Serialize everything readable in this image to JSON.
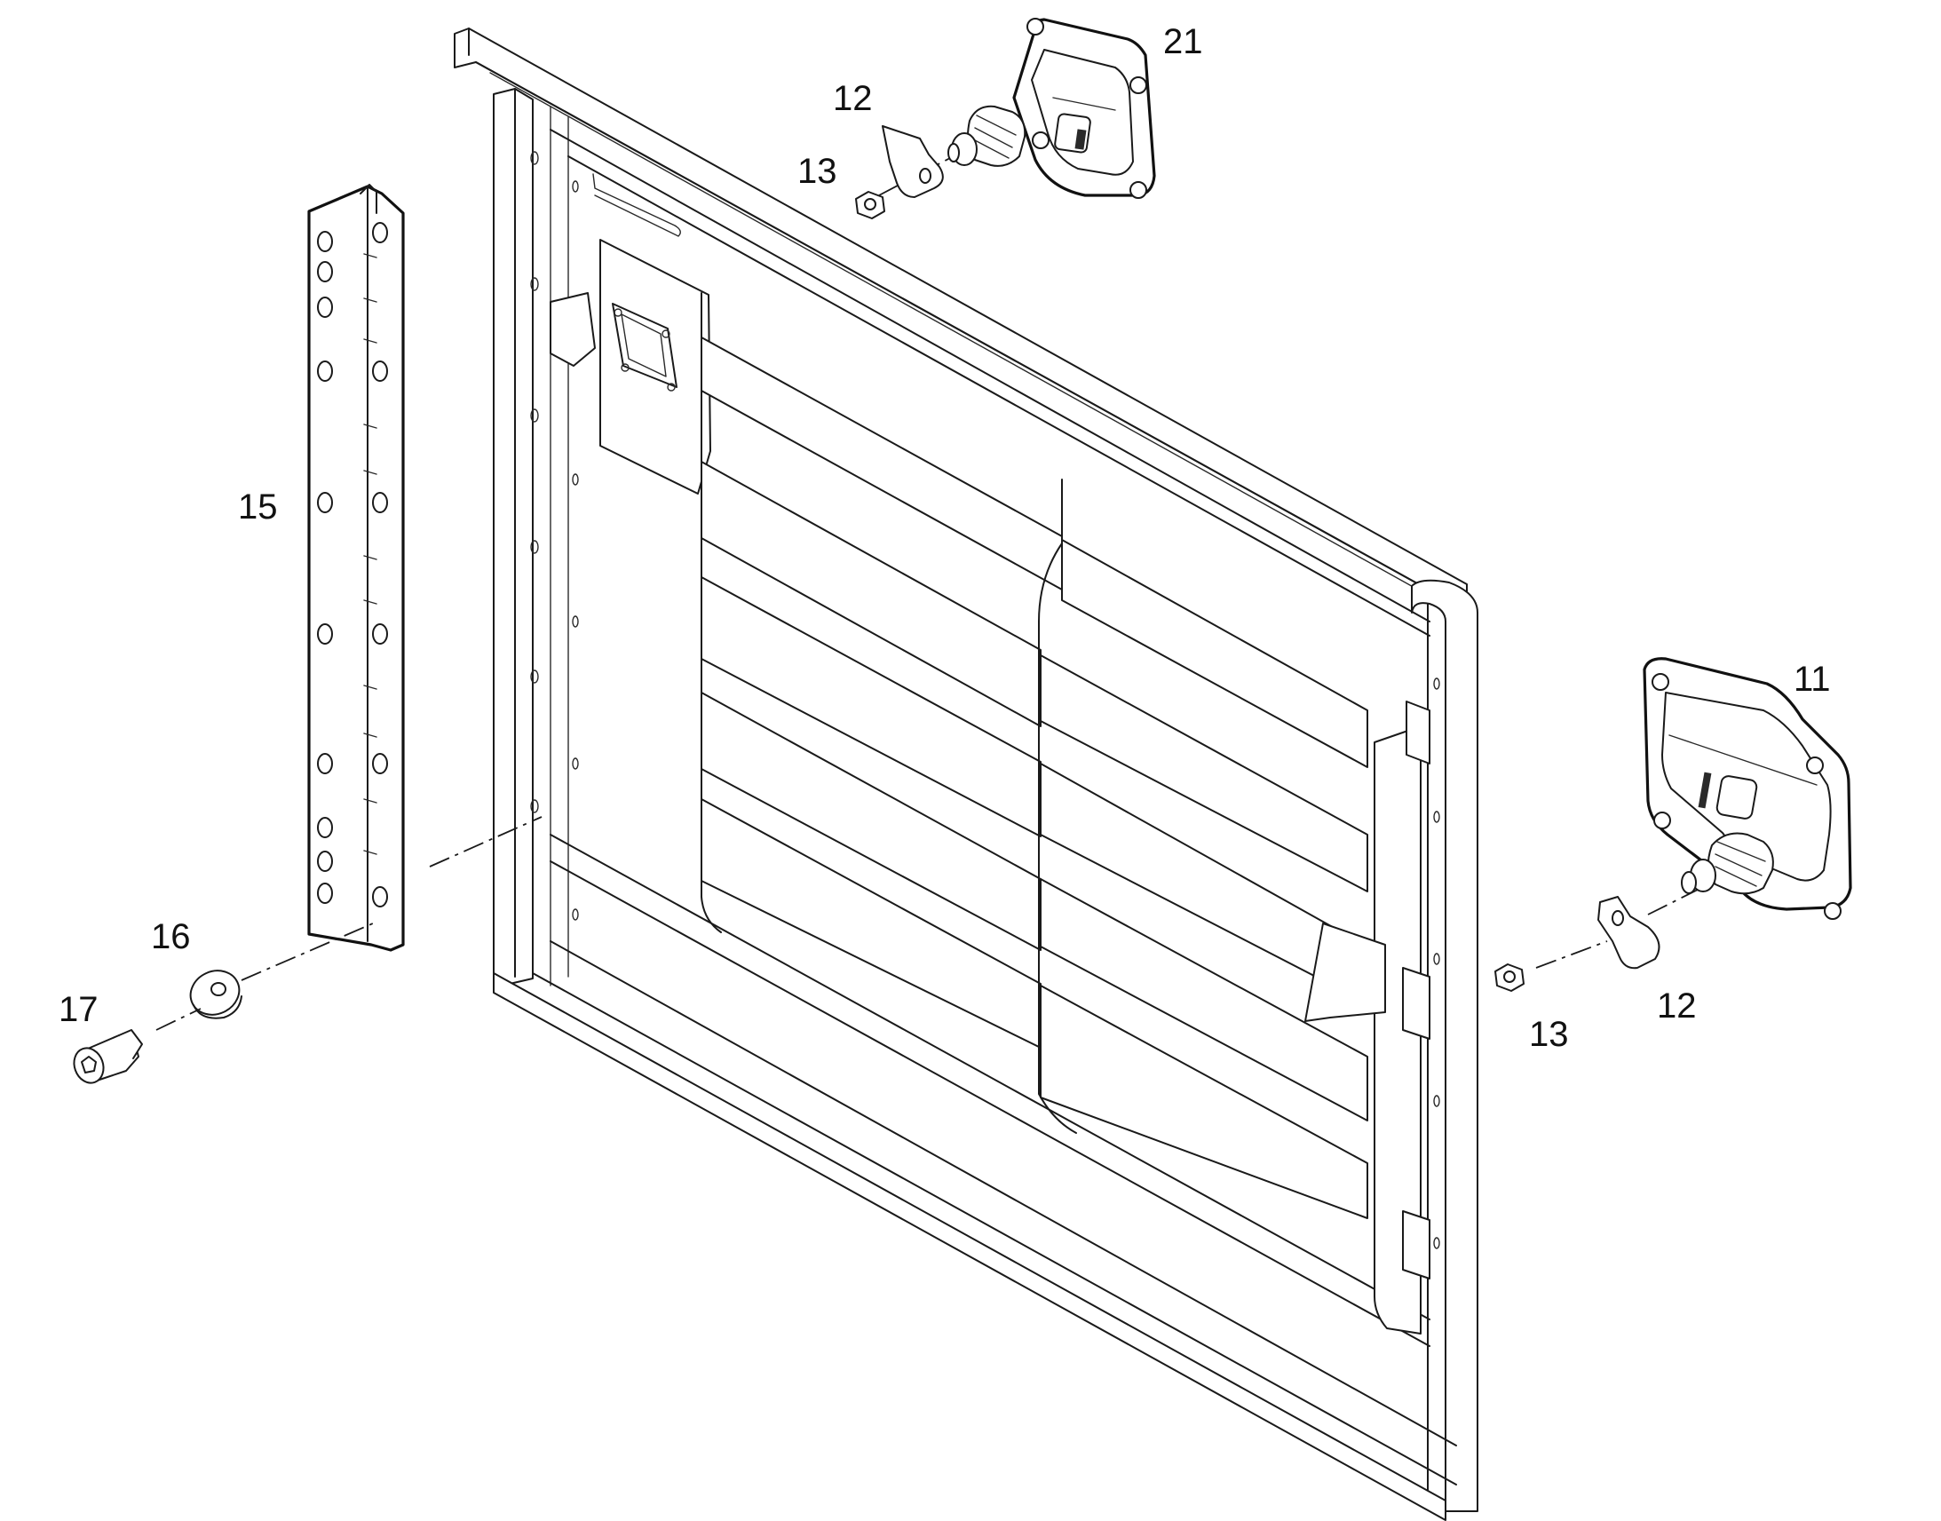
{
  "diagram": {
    "type": "exploded parts drawing",
    "line_color": "#1a1a1a",
    "background": "#ffffff",
    "callouts": {
      "c21": "21",
      "c12_top": "12",
      "c13_top": "13",
      "c15": "15",
      "c16": "16",
      "c17": "17",
      "c11": "11",
      "c12_right": "12",
      "c13_right": "13"
    }
  }
}
